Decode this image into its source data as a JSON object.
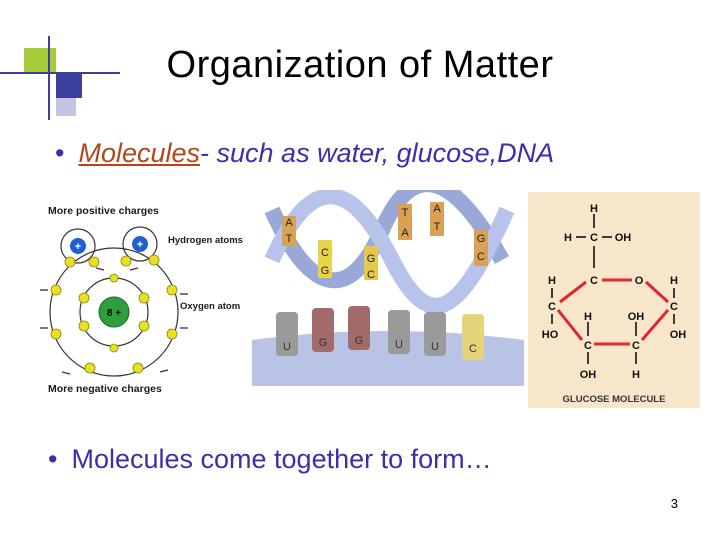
{
  "slide": {
    "title": "Organization of Matter",
    "bullet1_term": "Molecules",
    "bullet1_dash": "-",
    "bullet1_rest": " such as water, glucose,DNA",
    "bullet2": "Molecules come together to form…",
    "page_number": "3"
  },
  "water_diagram": {
    "top_label": "More  positive charges",
    "hydrogen_label": "Hydrogen atoms",
    "oxygen_label": "Oxygen atom",
    "bottom_label": "More negative charges",
    "nucleus_label": "8 +",
    "h_nucleus_label": "+"
  },
  "dna_diagram": {
    "helix_letters": [
      "A",
      "T",
      "C",
      "G",
      "G",
      "C",
      "T",
      "A",
      "A",
      "T",
      "G",
      "C"
    ],
    "base_letters": [
      "U",
      "G",
      "G",
      "U",
      "U",
      "C"
    ]
  },
  "glucose_diagram": {
    "caption": "GLUCOSE MOLECULE",
    "atoms": {
      "h_top": "H",
      "c1": "C",
      "h_left": "H",
      "oh_right": "OH",
      "c_left": "C",
      "o_ring": "O",
      "c_right": "C",
      "h_l": "H",
      "h_r": "H",
      "ho": "HO",
      "oh_r": "OH",
      "c_bl": "C",
      "c_br": "C",
      "h_bl": "H",
      "oh_bl": "OH",
      "oh_br": "OH",
      "h_br": "H",
      "h_mid": "H",
      "oh_mid": "OH"
    },
    "ring_color": "#e0262a"
  }
}
